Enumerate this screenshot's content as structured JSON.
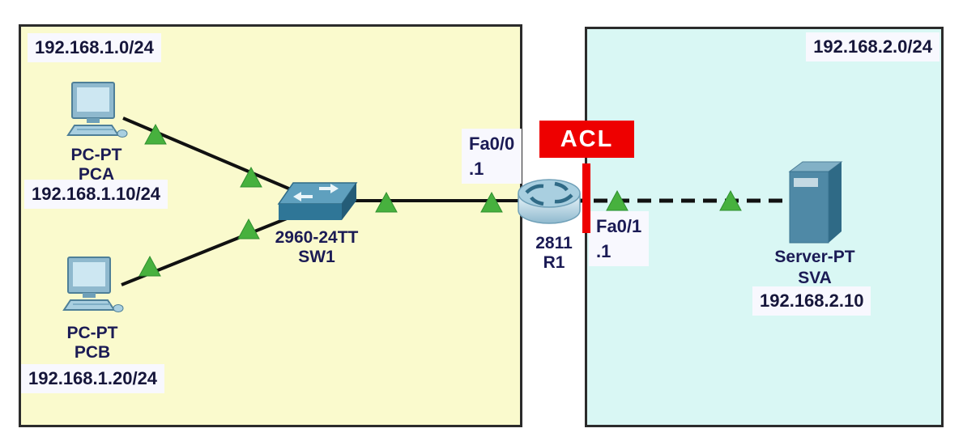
{
  "subnets": {
    "lan1": {
      "cidr": "192.168.1.0/24"
    },
    "lan2": {
      "cidr": "192.168.2.0/24"
    }
  },
  "devices": {
    "pca": {
      "model": "PC-PT",
      "name": "PCA",
      "note": "192.168.1.10/24"
    },
    "pcb": {
      "model": "PC-PT",
      "name": "PCB",
      "note": "192.168.1.20/24"
    },
    "sw1": {
      "model": "2960-24TT",
      "name": "SW1"
    },
    "r1": {
      "model": "2811",
      "name": "R1"
    },
    "sva": {
      "model": "Server-PT",
      "name": "SVA",
      "note": "192.168.2.10"
    }
  },
  "interfaces": {
    "fa00": {
      "port": "Fa0/0",
      "addr": ".1"
    },
    "fa01": {
      "port": "Fa0/1",
      "addr": ".1"
    }
  },
  "acl": {
    "label": "ACL"
  },
  "colors": {
    "lan1_bg": "#fafacd",
    "lan2_bg": "#d9f7f4",
    "note_bg": "#f8f8fe",
    "note_text": "#16163a",
    "dev_text": "#1b1b55",
    "link": "#111111",
    "status_ok": "#47b13e",
    "acl_red": "#ee0000"
  }
}
